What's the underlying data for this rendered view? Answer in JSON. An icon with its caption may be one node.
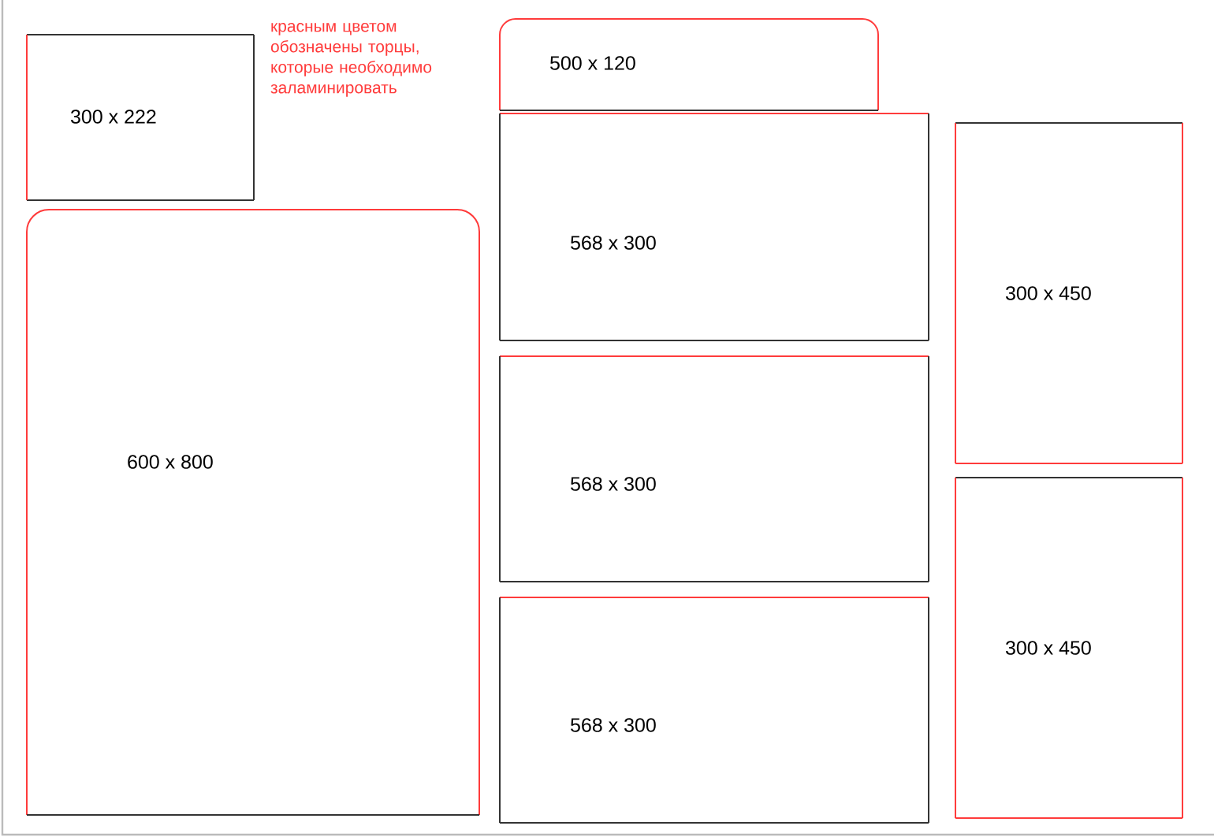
{
  "diagram": {
    "nodes": [
      {
        "text": [
          "300 x 222"
        ]
      },
      {
        "text": [
          "600 x 800"
        ]
      },
      {
        "text": [
          "500 x 120"
        ]
      },
      {
        "text": [
          "568 x 300"
        ]
      },
      {
        "text": [
          "568 x 300"
        ]
      },
      {
        "text": [
          "568 x 300"
        ]
      },
      {
        "text": [
          "300 x 450"
        ]
      },
      {
        "text": [
          "300 x 450"
        ]
      }
    ],
    "labels": [
      "красным цветом обозначены торцы, которые необходимо заламинировать"
    ]
  }
}
